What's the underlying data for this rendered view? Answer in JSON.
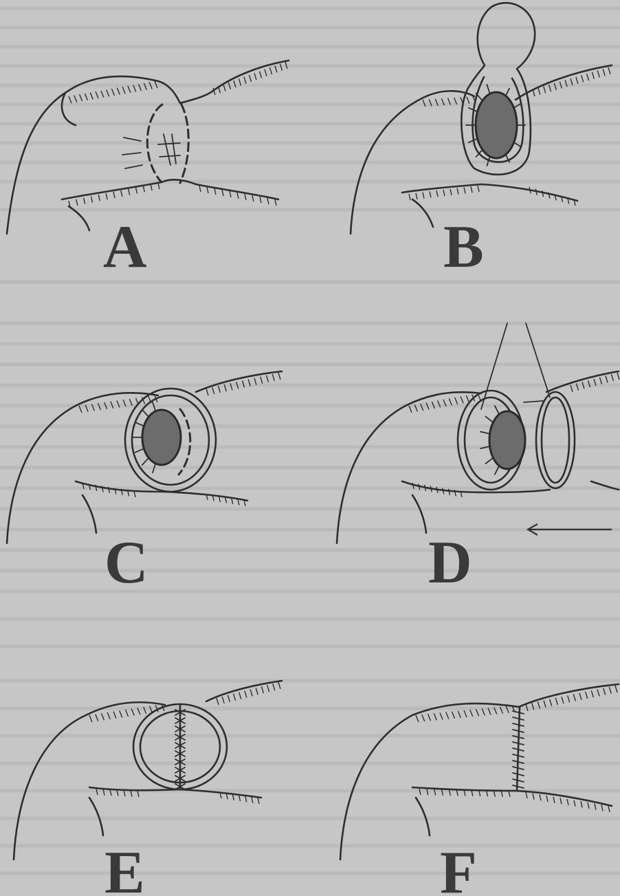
{
  "figure": {
    "panels": [
      {
        "id": "A",
        "label": "A"
      },
      {
        "id": "B",
        "label": "B"
      },
      {
        "id": "C",
        "label": "C"
      },
      {
        "id": "D",
        "label": "D"
      },
      {
        "id": "E",
        "label": "E"
      },
      {
        "id": "F",
        "label": "F"
      }
    ]
  },
  "colors": {
    "background": "#c6c6c6",
    "ink": "#2e2e2e",
    "tumor": "#6c6c6c"
  }
}
